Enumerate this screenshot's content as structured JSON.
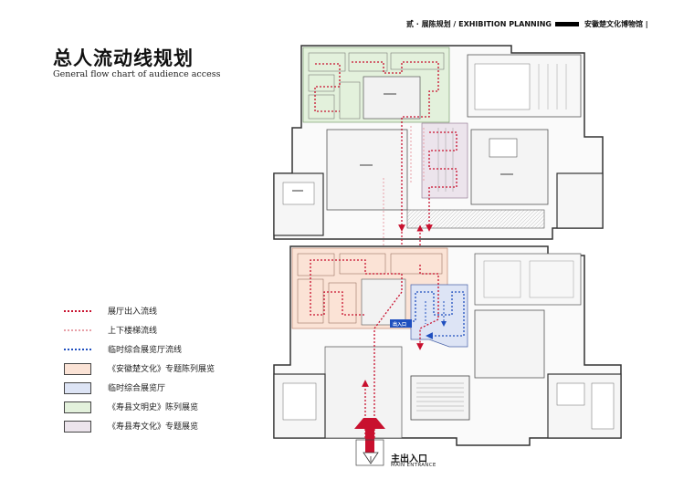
{
  "header": {
    "section": "贰 · 展陈规划 /  EXHIBITION PLANNING",
    "museum": "安徽楚文化博物馆 |"
  },
  "title": {
    "cn": "总人流动线规划",
    "en": "General flow chart of audience access"
  },
  "legend": [
    {
      "type": "line",
      "color": "#c8102e",
      "style": "dotted",
      "label": "展厅出入流线"
    },
    {
      "type": "line",
      "color": "#e8a0a8",
      "style": "dotted",
      "label": "上下楼梯流线"
    },
    {
      "type": "line",
      "color": "#1f4fbf",
      "style": "dotted",
      "label": "临时综合展览厅流线"
    },
    {
      "type": "box",
      "color": "#fbe3d6",
      "label": "《安徽楚文化》专题陈列展览"
    },
    {
      "type": "box",
      "color": "#dde4f5",
      "label": "临时综合展览厅"
    },
    {
      "type": "box",
      "color": "#e3f1dc",
      "label": "《寿县文明史》陈列展览"
    },
    {
      "type": "box",
      "color": "#ece4ec",
      "label": "《寿县寿文化》专题展览"
    }
  ],
  "entrance": {
    "cn": "主出入口",
    "en": "MAIN ENTRANCE",
    "arrow_color": "#c8102e"
  },
  "secondary_entrance": "出入口",
  "colors": {
    "wall": "#333333",
    "exit_flow": "#c8102e",
    "stair_flow": "#e8a0a8",
    "temp_flow": "#1f4fbf"
  }
}
